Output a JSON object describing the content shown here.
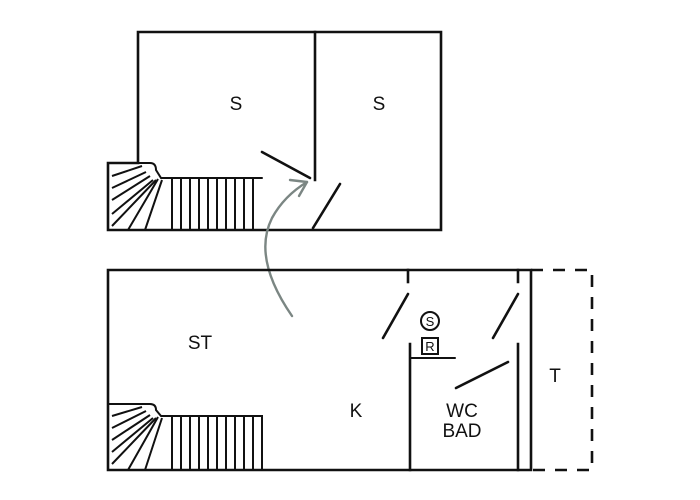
{
  "upper_floor": {
    "rooms": [
      {
        "id": "bedroom-left",
        "label": "S"
      },
      {
        "id": "bedroom-right",
        "label": "S"
      }
    ]
  },
  "lower_floor": {
    "rooms": [
      {
        "id": "living",
        "label": "ST"
      },
      {
        "id": "kitchen",
        "label": "K"
      },
      {
        "id": "bathroom",
        "label": "WC\nBAD"
      },
      {
        "id": "terrace",
        "label": "T"
      }
    ],
    "symbols": {
      "circle": "S",
      "square": "R"
    }
  },
  "colors": {
    "lines": "#111111",
    "arrow": "#7b8683",
    "background": "#ffffff"
  }
}
